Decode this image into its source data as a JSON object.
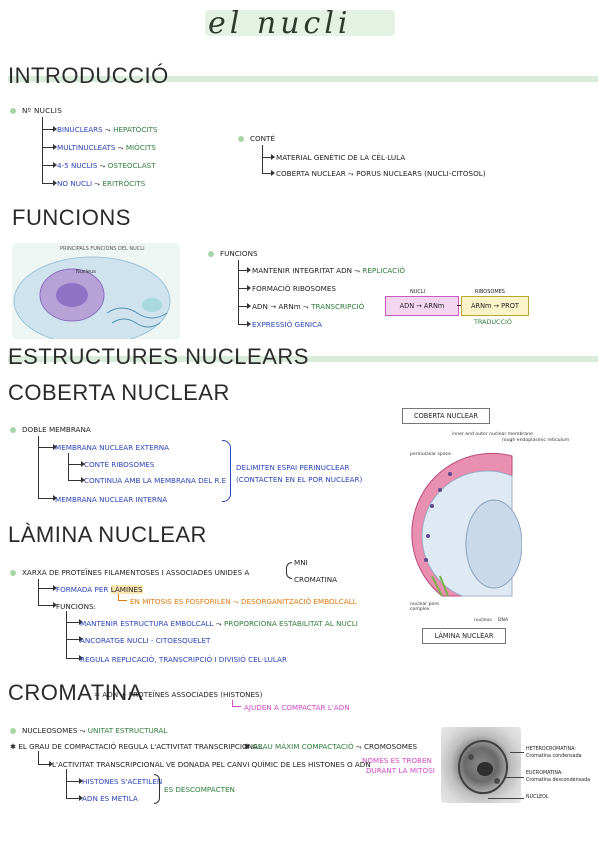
{
  "title": "el nucli",
  "intro": {
    "heading": "INTRODUCCIÓ",
    "n_nuclis": "Nº NUCLIS",
    "items": [
      {
        "label": "BINUCLEARS",
        "sep": "⤳",
        "example": "HEPATÒCITS"
      },
      {
        "label": "MULTINUCLEATS",
        "sep": "⤳",
        "example": "MIÒCITS"
      },
      {
        "label": "4-5 NUCLIS",
        "sep": "⤳",
        "example": "OSTEOCLAST"
      },
      {
        "label": "NO NUCLI",
        "sep": "⤳",
        "example": "ERITRÒCITS"
      }
    ],
    "conte": "CONTÉ",
    "conte_items": [
      "MATERIAL GENÈTIC DE LA CÈL·LULA",
      "COBERTA NUCLEAR ⤳ PORUS NUCLEARS (NUCLI-CITOSOL)"
    ]
  },
  "funcions": {
    "heading": "FUNCIONS",
    "image_title": "PRINCIPALS FUNCIONS DEL NUCLI",
    "image_label": "Nucleus",
    "label": "FUNCIONS",
    "items": [
      {
        "text": "MANTENIR INTEGRITAT ADN",
        "sep": "⤳",
        "extra": "REPLICACIÓ"
      },
      {
        "text": "FORMACIÓ RIBOSOMES",
        "sep": "",
        "extra": ""
      },
      {
        "text": "ADN → ARNm",
        "sep": "⤳",
        "extra": "TRANSCRIPCIÓ"
      },
      {
        "text": "EXPRESSIÓ GÈNICA",
        "sep": "",
        "extra": ""
      }
    ],
    "diagram": {
      "nucli": "NUCLI",
      "nucli_box": "ADN → ARNm",
      "ribosomes": "RIBOSOMES",
      "ribo_box": "ARNm → PROT",
      "traduccio": "TRADUCCIÓ"
    }
  },
  "estructures": {
    "heading": "ESTRUCTURES NUCLEARS"
  },
  "coberta": {
    "heading": "COBERTA NUCLEAR",
    "doble": "DOBLE MEMBRANA",
    "ext": "MEMBRANA NUCLEAR EXTERNA",
    "ribosomes": "CONTÉ RIBOSOMES",
    "continua": "CONTINUA AMB LA MEMBRANA DEL R.E",
    "int": "MEMBRANA NUCLEAR INTERNA",
    "brace_note_1": "DELIMITEN ESPAI PERINUCLEAR",
    "brace_note_2": "(CONTACTEN EN EL POR NUCLEAR)",
    "figure": {
      "top_label": "COBERTA NUCLEAR",
      "bottom_label": "LÀMINA NUCLEAR",
      "labels": [
        "inner and outer nuclear membrane",
        "rough endoplasmic reticulum",
        "perinuclear space",
        "nuclear pore complex",
        "nucleus",
        "DNA"
      ]
    }
  },
  "lamina": {
    "heading": "LÀMINA NUCLEAR",
    "xarxa": "XARXA DE PROTEÏNES FILAMENTOSES I ASSOCIADES UNIDES A",
    "mni": "MNI",
    "cromatina": "CROMATINA",
    "formada": "FORMADA PER",
    "laminines": "LÀMINES",
    "mitosis": "EN MITOSIS ES FOSFORILEN",
    "desorg": "DESORGANITZACIÓ EMBOLCALL",
    "funcions": "FUNCIONS:",
    "f1": "MANTENIR ESTRUCTURA EMBOLCALL",
    "f1b": "PROPORCIONA ESTABILITAT AL NUCLI",
    "f2": "ANCORATGE NUCLI - CITOESQUELET",
    "f3": "REGULA REPLICACIÓ, TRANSCRIPCIÓ I DIVISIÓ CEL·LULAR"
  },
  "cromatina": {
    "heading": "CROMATINA",
    "def": "= ADN + PROTEÏNES ASSOCIADES (HISTONES)",
    "ajuden": "AJUDEN A COMPACTAR L'ADN",
    "nucleosomes": "NUCLEOSOMES",
    "unitat": "UNITAT ESTRUCTURAL",
    "grau": "EL GRAU DE COMPACTACIÓ REGULA L'ACTIVITAT TRANSCRIPCIONAL",
    "grau_max": "GRAU MÀXIM COMPACTACIÓ",
    "cromosomes": "CROMOSOMES",
    "activitat": "L'ACTIVITAT TRANSCRIPCIONAL VE DONADA PEL CANVI QUÍMIC DE LES HISTONES O ADN",
    "nomes": "NOMÉS ES TROBEN",
    "durant": "DURANT LA MITOSI",
    "histones": "HISTONES S'ACETILEN",
    "adn_metila": "ADN ES METILA",
    "descompacten": "ES DESCOMPACTEN",
    "fig_labels": [
      "HETEROCROMATINA:",
      "Cromatina condensada",
      "EUCROMATINA:",
      "Cromatina descondensada",
      "NUCLEOL"
    ]
  },
  "colors": {
    "highlight": "#d9ecd9",
    "blue": "#2a45b8",
    "green": "#2f7d3a",
    "orange": "#e07a10",
    "pink": "#d24ac8"
  }
}
